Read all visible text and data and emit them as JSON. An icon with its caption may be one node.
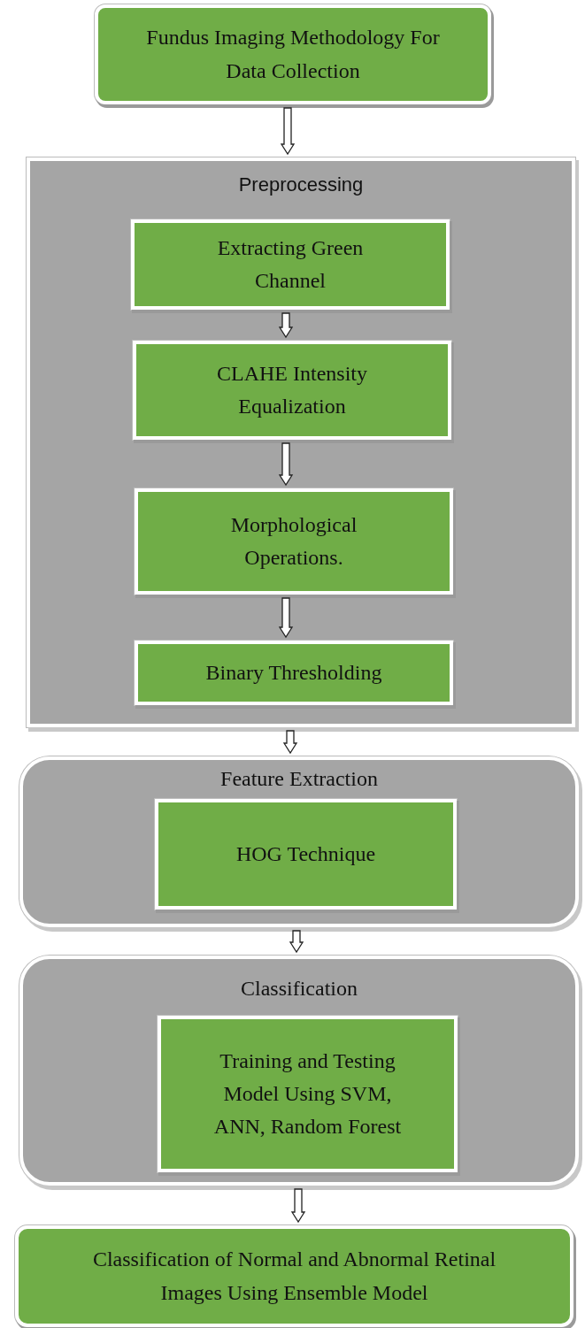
{
  "diagram": {
    "nodes": [
      {
        "text": [
          "Fundus Imaging Methodology For Data Collection"
        ]
      },
      {
        "text": [
          "Preprocessing"
        ]
      },
      {
        "text": [
          "Extracting Green Channel"
        ],
        "in": 1
      },
      {
        "text": [
          "CLAHE Intensity Equalization"
        ],
        "in": 1
      },
      {
        "text": [
          "Morphological Operations."
        ],
        "in": 1
      },
      {
        "text": [
          "Binary Thresholding"
        ],
        "in": 1
      },
      {
        "text": [
          "Feature Extraction"
        ]
      },
      {
        "text": [
          "HOG Technique"
        ],
        "in": 6
      },
      {
        "text": [
          "Classification"
        ]
      },
      {
        "text": [
          "Training and Testing Model Using SVM, ANN, Random Forest"
        ],
        "in": 8
      },
      {
        "text": [
          "Classification of Normal and Abnormal Retinal Images Using Ensemble Model"
        ]
      }
    ],
    "edges": [
      {
        "from": 0,
        "to": 1,
        "arrow": "to"
      },
      {
        "from": 2,
        "to": 3,
        "arrow": "to"
      },
      {
        "from": 3,
        "to": 4,
        "arrow": "to"
      },
      {
        "from": 4,
        "to": 5,
        "arrow": "to"
      },
      {
        "from": 1,
        "to": 6,
        "arrow": "to"
      },
      {
        "from": 6,
        "to": 8,
        "arrow": "to"
      },
      {
        "from": 8,
        "to": 10,
        "arrow": "to"
      }
    ]
  }
}
